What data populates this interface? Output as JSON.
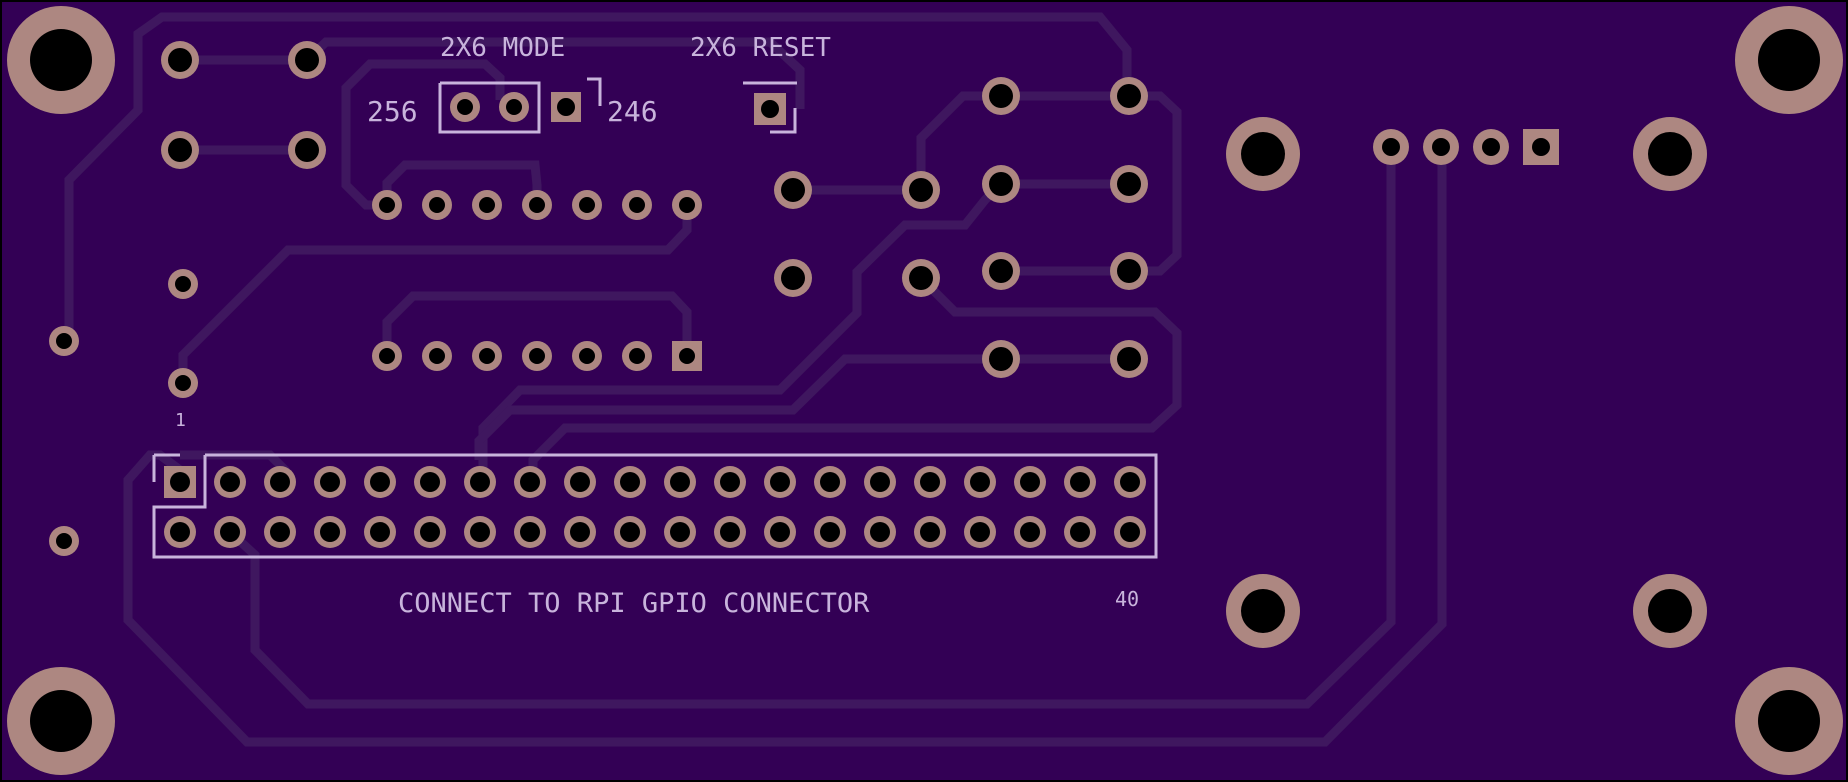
{
  "board": {
    "colors": {
      "substrate": "#330055",
      "trace": "#3f175f",
      "copper_pad": "#ad8781",
      "drill": "#000000",
      "silkscreen": "#c8b4dc"
    }
  },
  "labels": {
    "mode_title": "2X6 MODE",
    "reset_title": "2X6 RESET",
    "mode_left": "256",
    "mode_right": "246",
    "pin1": "1",
    "pin40": "40",
    "connector_caption": "CONNECT TO RPI GPIO CONNECTOR"
  },
  "components": {
    "gpio_header": {
      "rows": 2,
      "columns": 20,
      "pins": 40
    },
    "ic_row_top": {
      "pins": 7
    },
    "ic_row_bottom": {
      "pins": 7
    },
    "right_connector": {
      "pins": 4
    },
    "mode_jumper": {
      "pins": 3
    },
    "reset_jumper": {
      "pins": 1
    },
    "mounting_holes": 4
  }
}
